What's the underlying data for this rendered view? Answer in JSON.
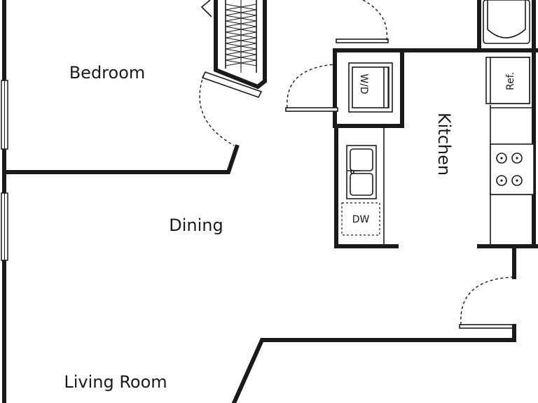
{
  "rooms": {
    "bedroom": "Bedroom",
    "dining": "Dining",
    "living_room": "Living Room",
    "kitchen": "Kitchen"
  },
  "fixtures": {
    "washer_dryer": "W/D",
    "refrigerator": "Ref.",
    "dishwasher": "DW"
  },
  "colors": {
    "line": "#1a1a1a",
    "background": "#ffffff"
  }
}
